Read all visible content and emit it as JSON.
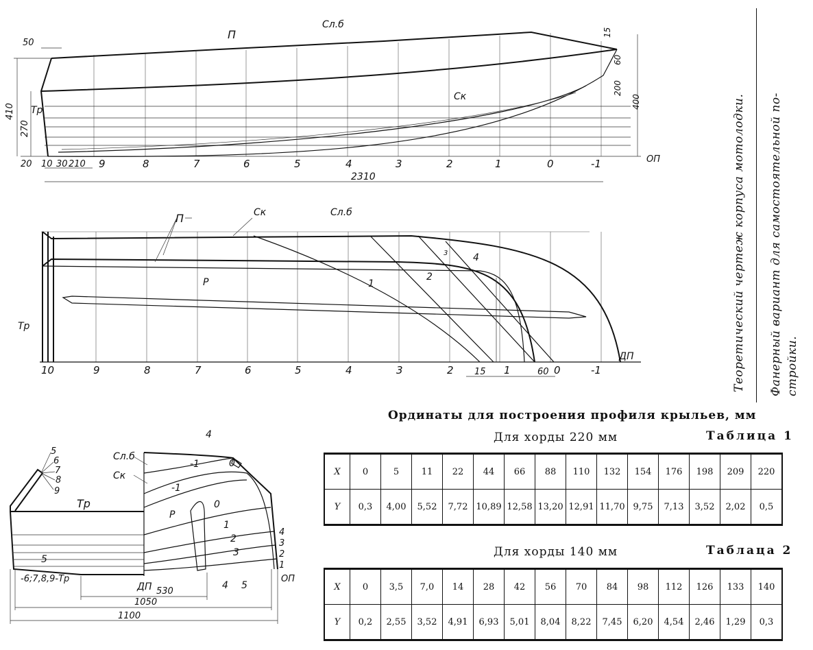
{
  "caption": {
    "title": "Теоретический чертеж корпуса мотолодки.",
    "subtitle": "Фанерный вариант для самостоятельной постройки.",
    "subtitle_line1": "Фанерный   вариант   для   самостоятельной   по-",
    "subtitle_line2": "стройки."
  },
  "profile_view": {
    "labels": {
      "sheer": "П",
      "chine_bulwark": "Сл.б",
      "chine": "Ск",
      "transom": "Тр",
      "baseline": "ОП"
    },
    "dimensions": [
      "50",
      "410",
      "270",
      "20",
      "10",
      "30",
      "210",
      "2310",
      "60",
      "15",
      "200",
      "400"
    ],
    "stations": [
      "9",
      "8",
      "7",
      "6",
      "5",
      "4",
      "3",
      "2",
      "1",
      "0",
      "-1"
    ]
  },
  "plan_view": {
    "labels": {
      "sheer": "П",
      "chine": "Ск",
      "chine_bulwark": "Сл.б",
      "keel_fin": "Р",
      "transom": "Тр",
      "centerline": "ДП"
    },
    "waterlines": [
      "1",
      "2",
      "3",
      "4"
    ],
    "stations": [
      "10",
      "9",
      "8",
      "7",
      "6",
      "5",
      "4",
      "3",
      "2",
      "1",
      "0",
      "-1"
    ],
    "dimensions": [
      "15",
      "60"
    ]
  },
  "body_plan": {
    "labels": {
      "chine_bulwark": "Сл.б",
      "chine": "Ск",
      "transom": "Тр",
      "fin": "Р",
      "centerline": "ДП",
      "baseline": "ОП",
      "aft_stack": "-6;7,8,9-Тр"
    },
    "aft_sections": [
      "5",
      "6",
      "7",
      "8",
      "9"
    ],
    "fwd_sections": [
      "-1",
      "-1",
      "0",
      "0",
      "1",
      "2",
      "3",
      "4"
    ],
    "waterline_numbers": [
      "4",
      "3",
      "2",
      "1"
    ],
    "bottom_labels": [
      "4",
      "5"
    ],
    "dimensions": [
      "530",
      "1050",
      "1100"
    ]
  },
  "tables_heading": "Ординаты для построения профиля крыльев, мм",
  "table1": {
    "chord_label": "Для хорды 220 мм",
    "table_label": "Таблица 1",
    "row_x_label": "X",
    "row_y_label": "Y",
    "x": [
      "0",
      "5",
      "11",
      "22",
      "44",
      "66",
      "88",
      "110",
      "132",
      "154",
      "176",
      "198",
      "209",
      "220"
    ],
    "y": [
      "0,3",
      "4,00",
      "5,52",
      "7,72",
      "10,89",
      "12,58",
      "13,20",
      "12,91",
      "11,70",
      "9,75",
      "7,13",
      "3,52",
      "2,02",
      "0,5"
    ]
  },
  "table2": {
    "chord_label": "Для хорды 140 мм",
    "table_label": "Таблаца 2",
    "row_x_label": "X",
    "row_y_label": "Y",
    "x": [
      "0",
      "3,5",
      "7,0",
      "14",
      "28",
      "42",
      "56",
      "70",
      "84",
      "98",
      "112",
      "126",
      "133",
      "140"
    ],
    "y": [
      "0,2",
      "2,55",
      "3,52",
      "4,91",
      "6,93",
      "5,01",
      "8,04",
      "8,22",
      "7,45",
      "6,20",
      "4,54",
      "2,46",
      "1,29",
      "0,3"
    ]
  }
}
